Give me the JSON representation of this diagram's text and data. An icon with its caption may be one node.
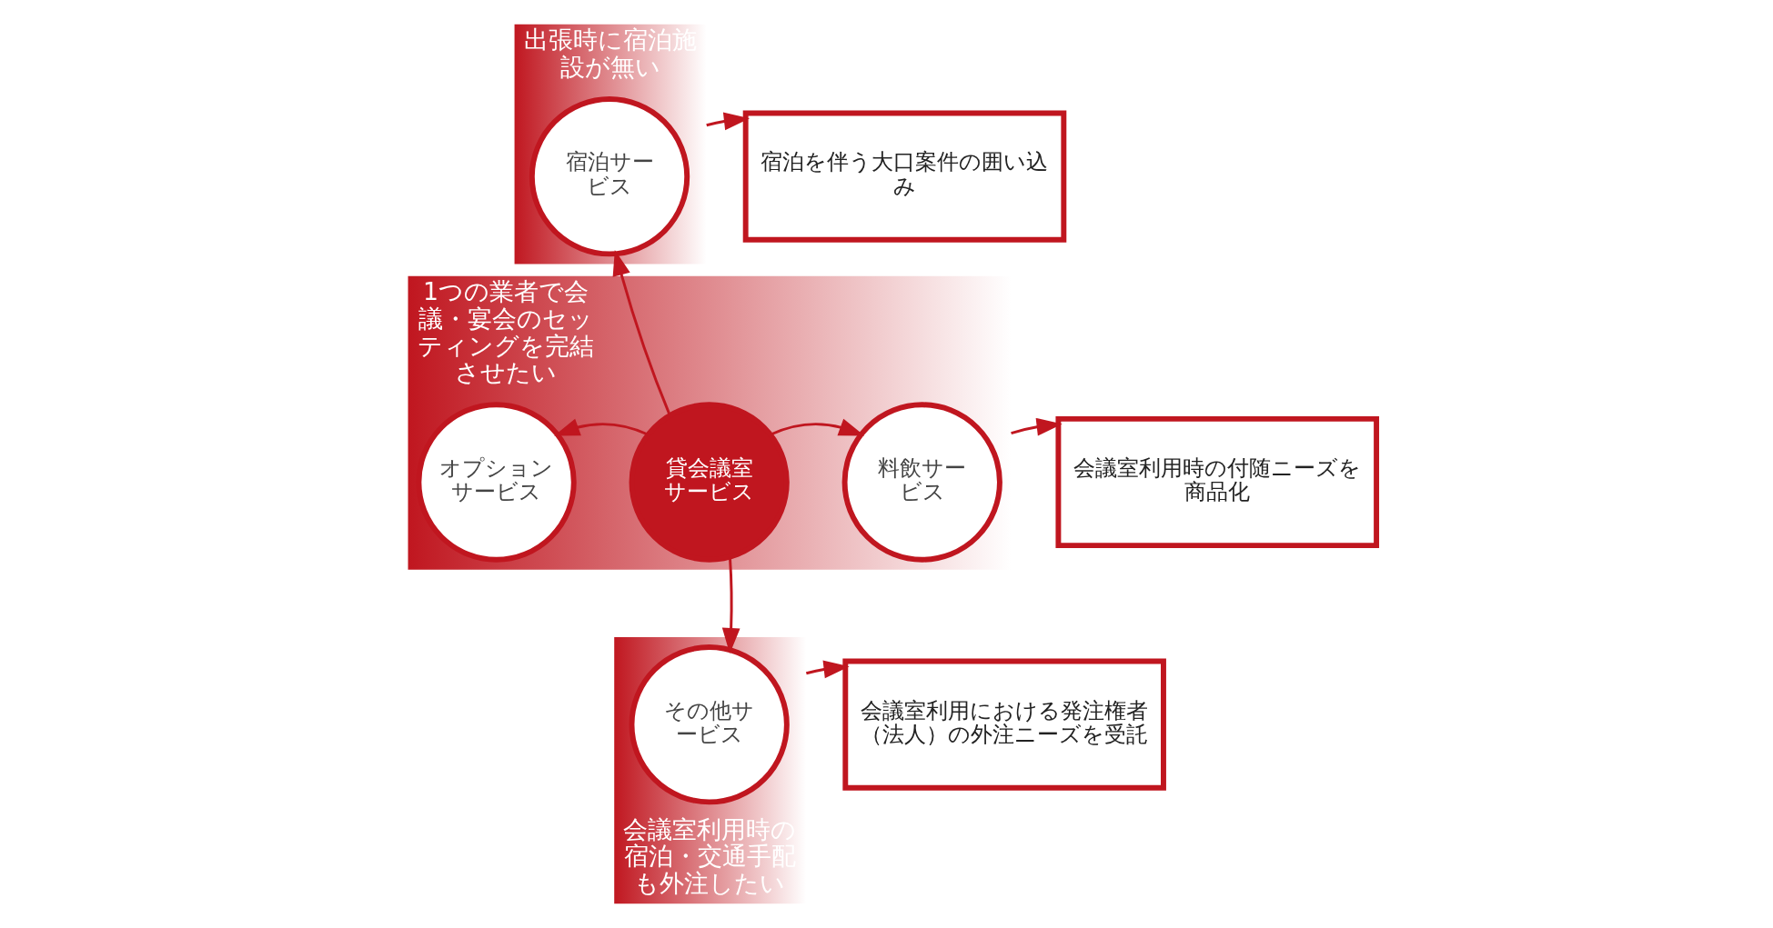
{
  "diagram": {
    "nodes": [
      {
        "text": [
          "出張時に宿泊施設が無い"
        ]
      },
      {
        "text": [
          "宿泊サービス"
        ],
        "in": 0
      },
      {
        "text": [
          "宿泊を伴う大口案件の囲い込み"
        ]
      },
      {
        "text": [
          "1つの業者で会議・宴会のセッティングを完結させたい"
        ]
      },
      {
        "text": [
          "オプションサービス"
        ],
        "in": 3
      },
      {
        "text": [
          "貸会議室サービス"
        ],
        "in": 3
      },
      {
        "text": [
          "料飲サービス"
        ],
        "in": 3
      },
      {
        "text": [
          "会議室利用時の付随ニーズを商品化"
        ]
      },
      {
        "text": [
          "会議室利用時の宿泊・交通手配も外注したい"
        ]
      },
      {
        "text": [
          "その他サービス"
        ],
        "in": 8
      },
      {
        "text": [
          "会議室利用における発注権者（法人）の外注ニーズを受託"
        ]
      }
    ],
    "edges": [
      {
        "from": 5,
        "to": 1,
        "arrow": "to"
      },
      {
        "from": 5,
        "to": 4,
        "arrow": "to"
      },
      {
        "from": 5,
        "to": 6,
        "arrow": "to"
      },
      {
        "from": 5,
        "to": 9,
        "arrow": "to"
      },
      {
        "from": 0,
        "to": 2,
        "arrow": "to"
      },
      {
        "from": 3,
        "to": 7,
        "arrow": "to"
      },
      {
        "from": 8,
        "to": 10,
        "arrow": "to"
      }
    ]
  }
}
